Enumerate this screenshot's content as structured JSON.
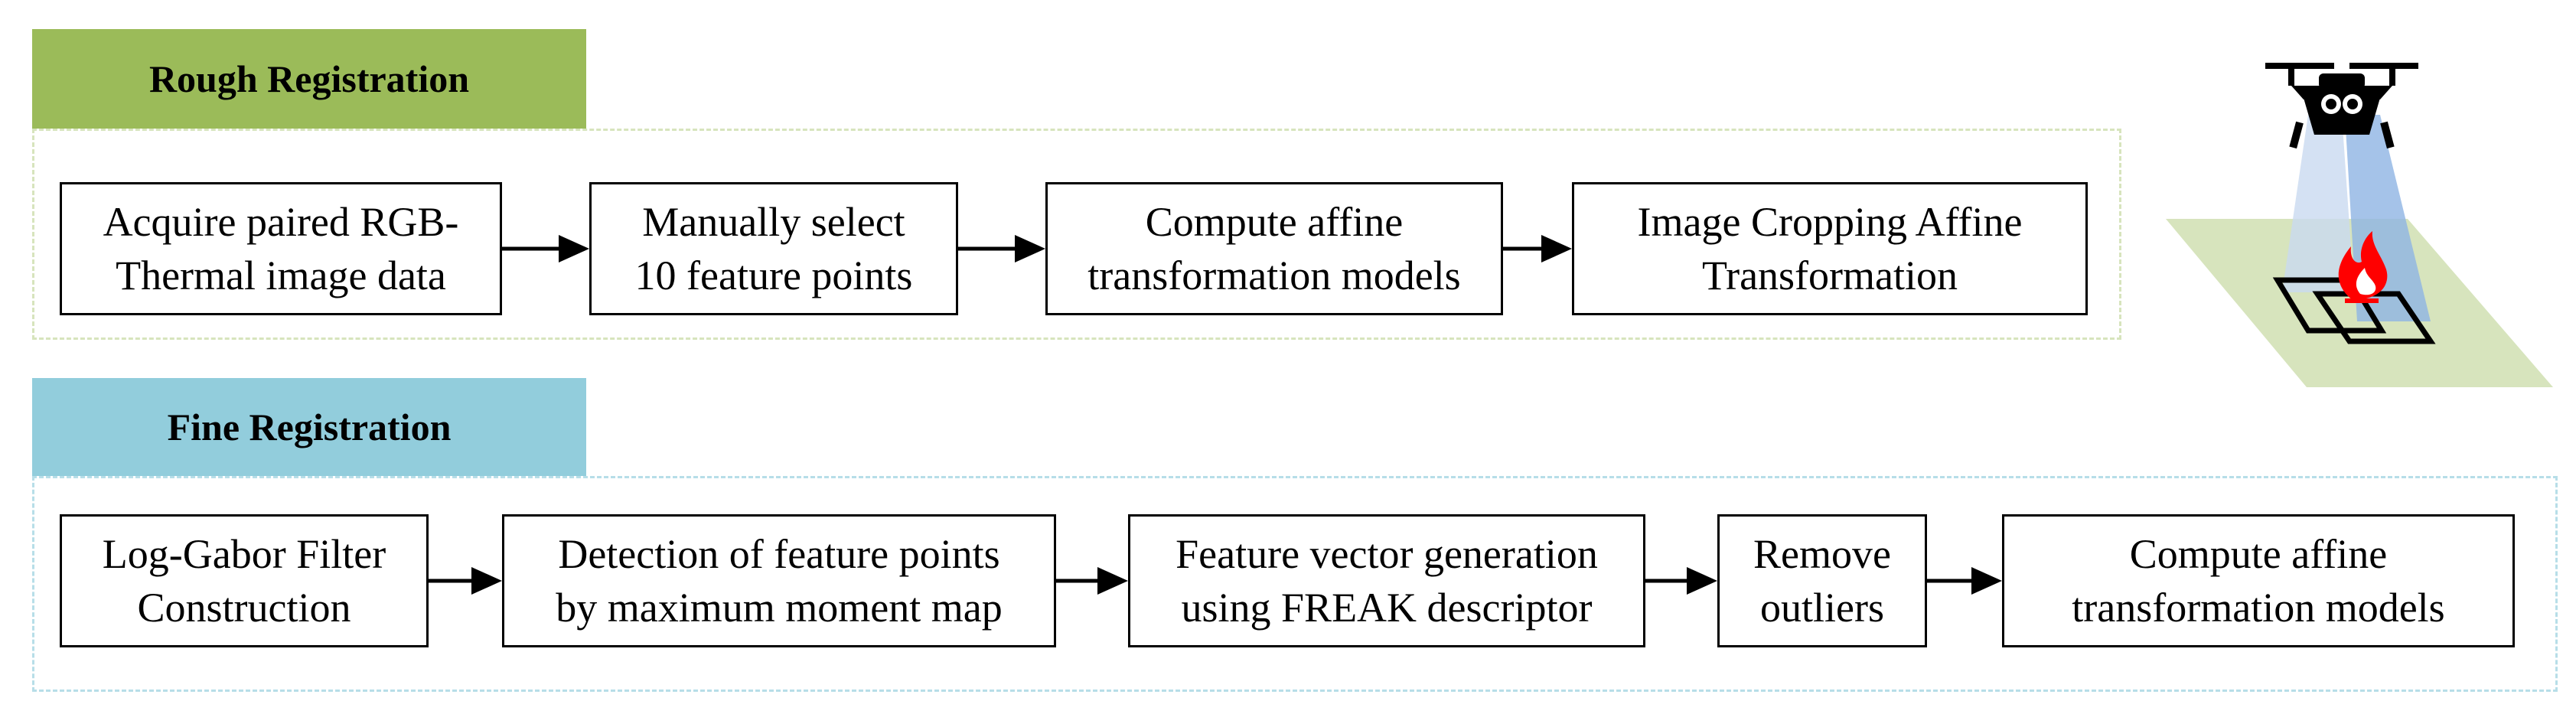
{
  "colors": {
    "rough_tab": "#9bbb59",
    "rough_border": "#d7e4bd",
    "fine_tab": "#92cddc",
    "fine_border": "#b7dee8",
    "arrow": "#000000",
    "ground": "#d7e4bd",
    "beam": "#a7c7e7",
    "fire": "#ff0000"
  },
  "rough": {
    "title": "Rough Registration",
    "steps": [
      {
        "line1": "Acquire paired RGB-",
        "line2": "Thermal image data"
      },
      {
        "line1": "Manually select",
        "line2": "10 feature points"
      },
      {
        "line1": "Compute affine",
        "line2": "transformation models"
      },
      {
        "line1": "Image Cropping Affine",
        "line2": "Transformation"
      }
    ]
  },
  "fine": {
    "title": "Fine Registration",
    "steps": [
      {
        "line1": "Log-Gabor Filter",
        "line2": "Construction"
      },
      {
        "line1": "Detection of feature points",
        "line2": "by maximum moment map"
      },
      {
        "line1": "Feature vector generation",
        "line2": "using FREAK descriptor"
      },
      {
        "line1": "Remove",
        "line2": "outliers"
      },
      {
        "line1": "Compute affine",
        "line2": "transformation models"
      }
    ]
  },
  "illustration": {
    "icons": [
      "drone-icon",
      "fire-icon",
      "ground-plane-icon",
      "camera-frame-icon"
    ]
  }
}
